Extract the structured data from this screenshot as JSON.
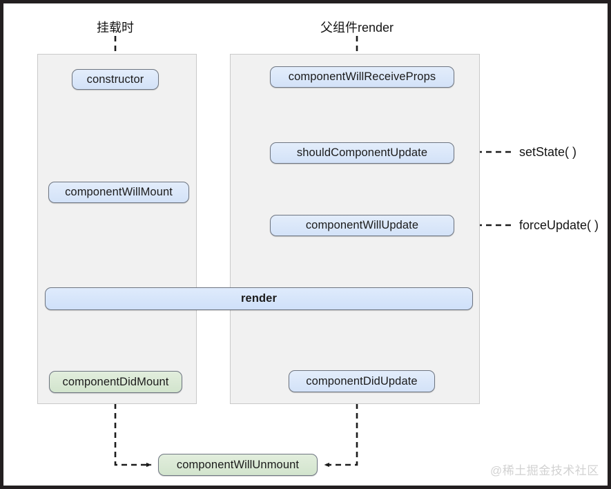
{
  "diagram": {
    "title_mount": "挂载时",
    "title_parent_render": "父组件render",
    "watermark": "@稀土掘金技术社区",
    "colors": {
      "blue_fill": "#d6e4f8",
      "green_fill": "#d9e8d4",
      "panel_fill": "#f1f1f1",
      "node_border": "#6d7480",
      "line": "#1b1b1b",
      "frame": "#231f20"
    },
    "mount_column": {
      "nodes": [
        {
          "label": "constructor",
          "type": "blue"
        },
        {
          "label": "componentWillMount",
          "type": "blue"
        },
        {
          "label": "componentDidMount",
          "type": "green"
        }
      ]
    },
    "update_column": {
      "nodes": [
        {
          "label": "componentWillReceiveProps",
          "type": "blue"
        },
        {
          "label": "shouldComponentUpdate",
          "type": "blue"
        },
        {
          "label": "componentWillUpdate",
          "type": "blue"
        },
        {
          "label": "componentDidUpdate",
          "type": "blue"
        }
      ]
    },
    "shared": {
      "render": "render",
      "unmount": "componentWillUnmount"
    },
    "triggers": [
      {
        "label": "setState( )",
        "target": "shouldComponentUpdate"
      },
      {
        "label": "forceUpdate( )",
        "target": "componentWillUpdate"
      }
    ]
  }
}
